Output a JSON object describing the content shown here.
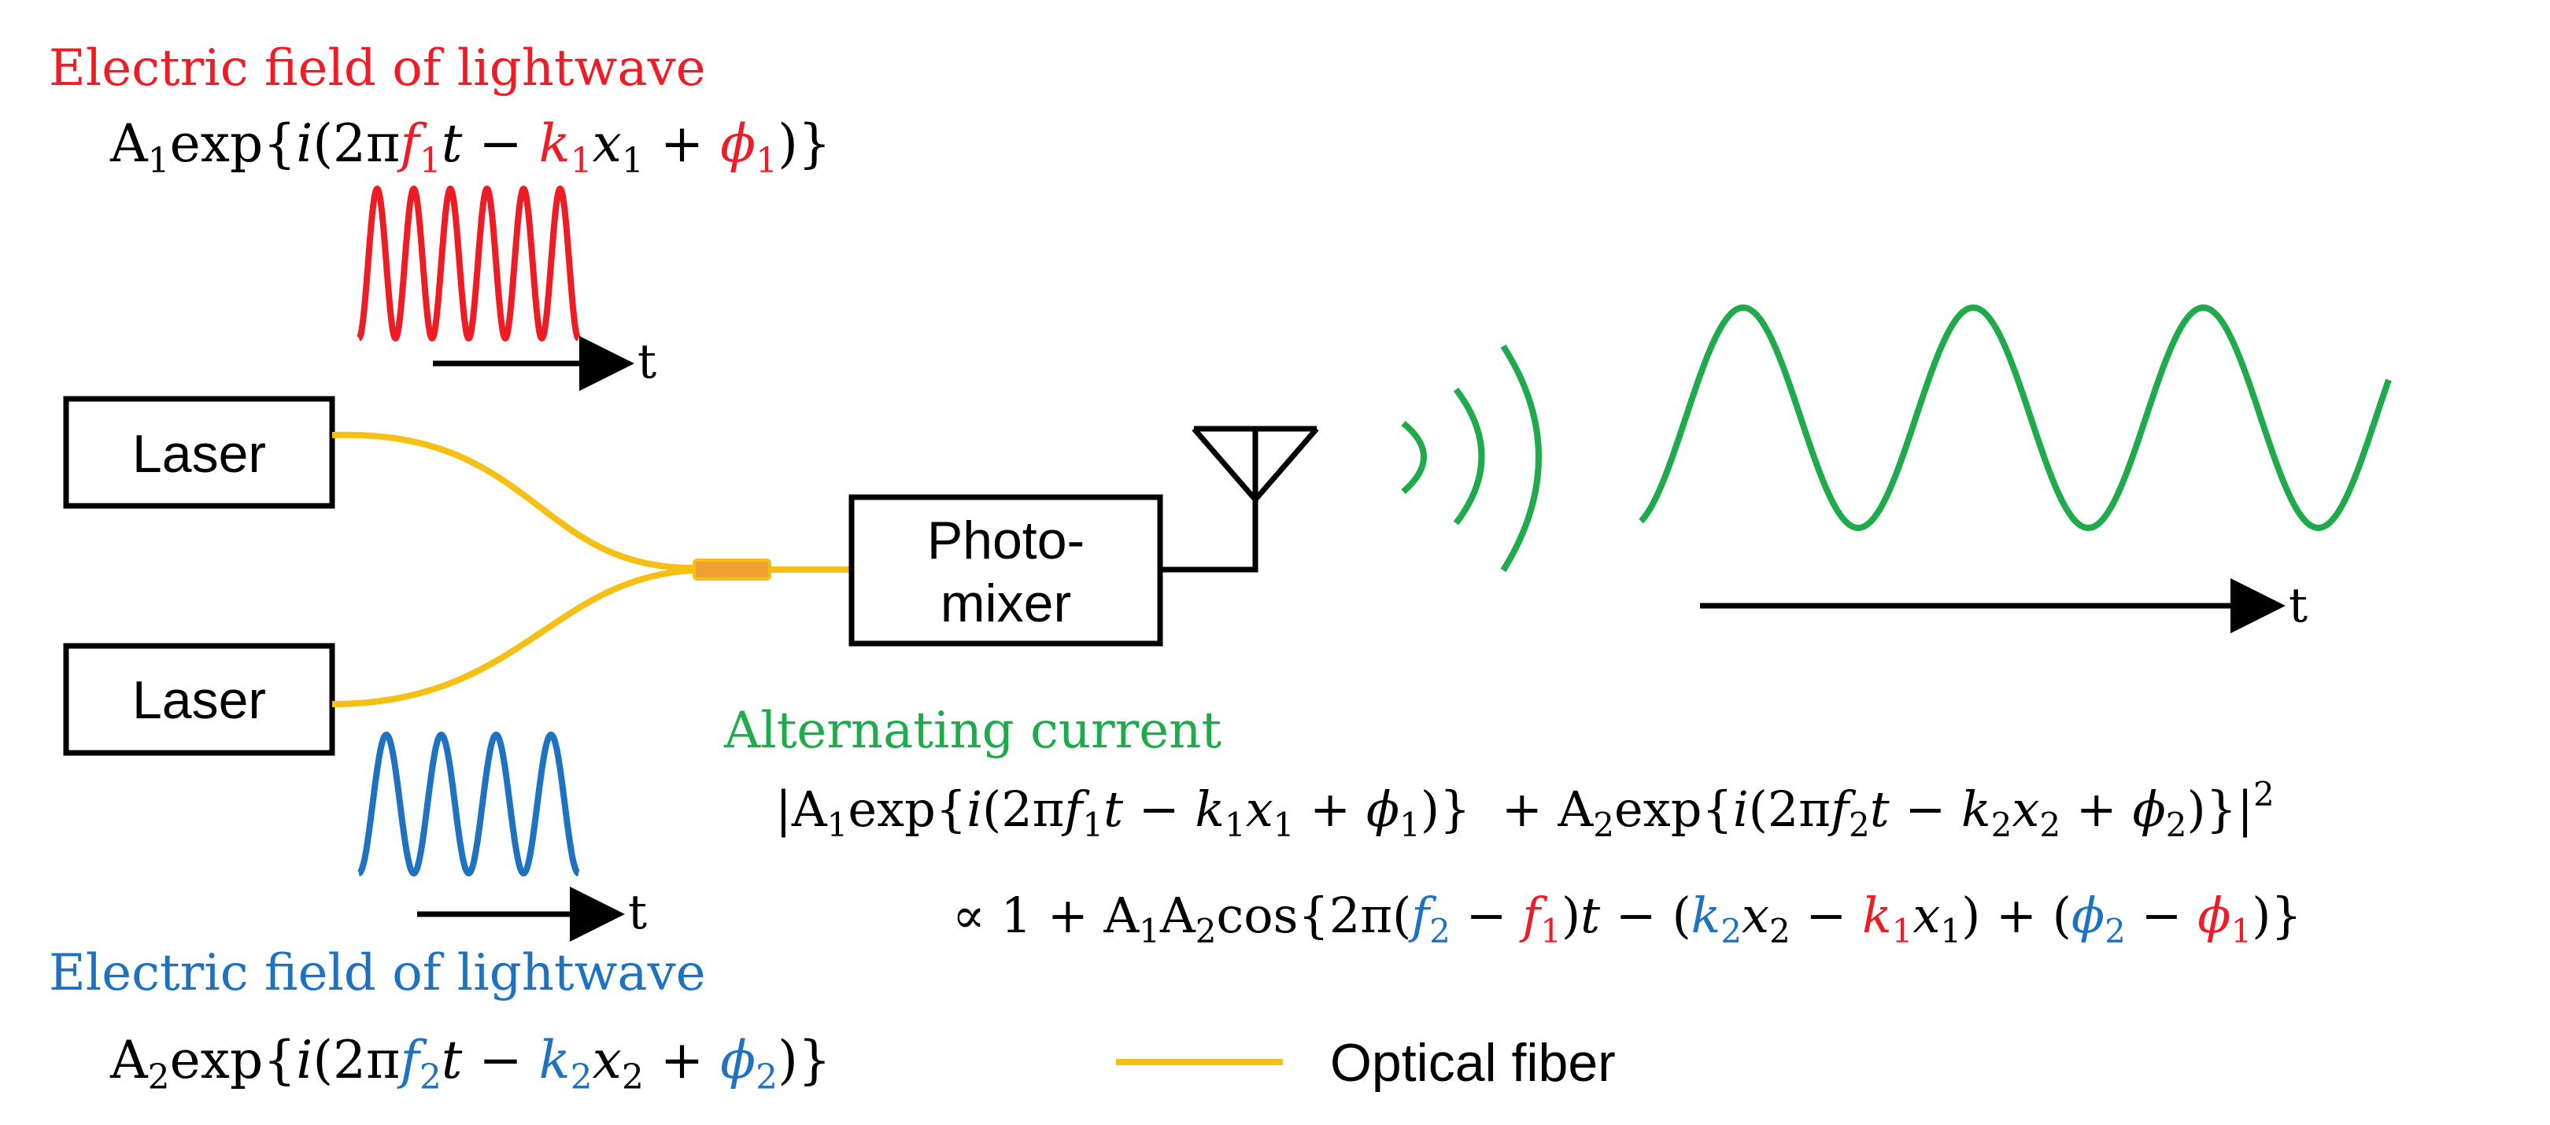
{
  "colors": {
    "red": "#ee1c25",
    "blue": "#1f72c0",
    "green": "#1faa4b",
    "fiber": "#f6bf14",
    "coupler": "#f0a030",
    "black": "#000000"
  },
  "top_wave": {
    "title": "Electric field of lightwave",
    "formula": {
      "amp": "A",
      "amp_sub": "1",
      "exp_open": "exp{",
      "i": "i",
      "paren_open": "(2π",
      "f": "f",
      "f_sub": "1",
      "t": "t",
      "minus": " − ",
      "k": "k",
      "k_sub": "1",
      "x": "x",
      "x_sub": "1",
      "plus": " + ",
      "phi": "ϕ",
      "phi_sub": "1",
      "close": ")}"
    },
    "axis_label": "t"
  },
  "bottom_wave": {
    "title": "Electric field of lightwave",
    "formula": {
      "amp": "A",
      "amp_sub": "2",
      "exp_open": "exp{",
      "i": "i",
      "paren_open": "(2π",
      "f": "f",
      "f_sub": "2",
      "t": "t",
      "minus": " − ",
      "k": "k",
      "k_sub": "2",
      "x": "x",
      "x_sub": "2",
      "plus": " + ",
      "phi": "ϕ",
      "phi_sub": "2",
      "close": ")}"
    },
    "axis_label": "t"
  },
  "laser_top_label": "Laser",
  "laser_bottom_label": "Laser",
  "photomixer_label_line1": "Photo-",
  "photomixer_label_line2": "mixer",
  "output_wave_axis_label": "t",
  "alternating_current": {
    "title": "Alternating current",
    "line1": {
      "bar_open": "|A",
      "a1_sub": "1",
      "e1": "exp{",
      "i1": "i",
      "p1": "(2π",
      "f1": "f",
      "f1_sub": "1",
      "t1": "t",
      "m1": " − ",
      "k1": "k",
      "k1_sub": "1",
      "x1": "x",
      "x1_sub": "1",
      "pl1": " + ",
      "phi1": "ϕ",
      "phi1_sub": "1",
      "c1": ")}  + A",
      "a2_sub": "2",
      "e2": "exp{",
      "i2": "i",
      "p2": "(2π",
      "f2": "f",
      "f2_sub": "2",
      "t2": "t",
      "m2": " − ",
      "k2": "k",
      "k2_sub": "2",
      "x2": "x",
      "x2_sub": "2",
      "pl2": " + ",
      "phi2": "ϕ",
      "phi2_sub": "2",
      "c2": ")}|",
      "sq": "2"
    },
    "line2": {
      "prop": "∝ 1 + A",
      "a1_sub": "1",
      "a2": "A",
      "a2_sub": "2",
      "cos": "cos{2π(",
      "f2": "f",
      "f2_sub": "2",
      "fm": " − ",
      "f1": "f",
      "f1_sub": "1",
      "ft": ")",
      "t": "t",
      "m1": " − (",
      "k2": "k",
      "k2_sub": "2",
      "x2": "x",
      "x2_sub": "2",
      "km": " − ",
      "k1": "k",
      "k1_sub": "1",
      "x1": "x",
      "x1_sub": "1",
      "kc": ") + (",
      "phi2": "ϕ",
      "phi2_sub": "2",
      "pm": " − ",
      "phi1": "ϕ",
      "phi1_sub": "1",
      "end": ")}"
    }
  },
  "legend": {
    "fiber_label": "Optical fiber"
  }
}
